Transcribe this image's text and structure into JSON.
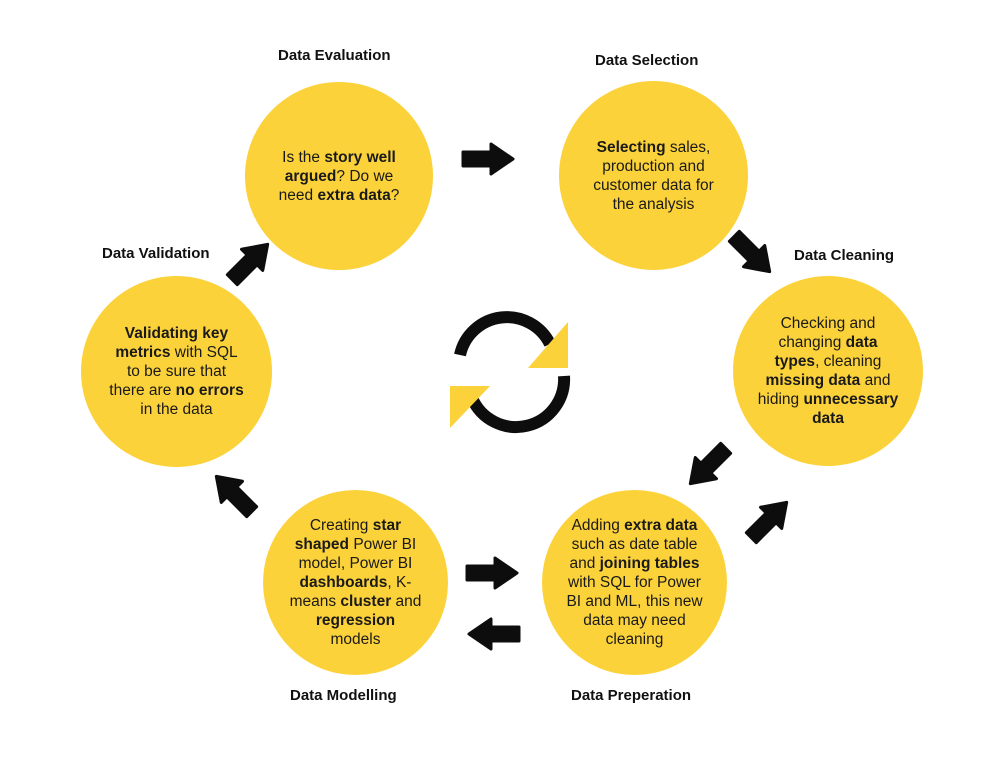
{
  "colors": {
    "circle": "#fcd23a",
    "arrow": "#0d0d0d",
    "cycle_accent": "#fcd23a"
  },
  "stages": [
    {
      "id": "evaluation",
      "title": "Data Evaluation",
      "text": [
        [
          {
            "t": "Is the "
          },
          {
            "t": "story well",
            "b": true
          }
        ],
        [
          {
            "t": "argued",
            "b": true
          },
          {
            "t": "? Do we"
          }
        ],
        [
          {
            "t": "need "
          },
          {
            "t": "extra data",
            "b": true
          },
          {
            "t": "?"
          }
        ]
      ]
    },
    {
      "id": "selection",
      "title": "Data Selection",
      "text": [
        [
          {
            "t": "Selecting",
            "b": true
          },
          {
            "t": " sales,"
          }
        ],
        [
          {
            "t": "production and"
          }
        ],
        [
          {
            "t": "customer data for"
          }
        ],
        [
          {
            "t": "the analysis"
          }
        ]
      ]
    },
    {
      "id": "cleaning",
      "title": "Data Cleaning",
      "text": [
        [
          {
            "t": "Checking and"
          }
        ],
        [
          {
            "t": "changing "
          },
          {
            "t": "data",
            "b": true
          }
        ],
        [
          {
            "t": "types",
            "b": true
          },
          {
            "t": ", cleaning"
          }
        ],
        [
          {
            "t": "missing data",
            "b": true
          },
          {
            "t": " and"
          }
        ],
        [
          {
            "t": "hiding "
          },
          {
            "t": "unnecessary",
            "b": true
          }
        ],
        [
          {
            "t": "data",
            "b": true
          }
        ]
      ]
    },
    {
      "id": "preperation",
      "title": "Data Preperation",
      "text": [
        [
          {
            "t": "Adding "
          },
          {
            "t": "extra data",
            "b": true
          }
        ],
        [
          {
            "t": "such as date table"
          }
        ],
        [
          {
            "t": "and "
          },
          {
            "t": "joining tables",
            "b": true
          }
        ],
        [
          {
            "t": "with SQL for Power"
          }
        ],
        [
          {
            "t": "BI and ML, this new"
          }
        ],
        [
          {
            "t": "data may need"
          }
        ],
        [
          {
            "t": "cleaning"
          }
        ]
      ]
    },
    {
      "id": "modelling",
      "title": "Data Modelling",
      "text": [
        [
          {
            "t": "Creating "
          },
          {
            "t": "star",
            "b": true
          }
        ],
        [
          {
            "t": "shaped",
            "b": true
          },
          {
            "t": " Power BI"
          }
        ],
        [
          {
            "t": "model, Power BI"
          }
        ],
        [
          {
            "t": "dashboards",
            "b": true
          },
          {
            "t": ", K-"
          }
        ],
        [
          {
            "t": "means "
          },
          {
            "t": "cluster",
            "b": true
          },
          {
            "t": " and"
          }
        ],
        [
          {
            "t": "regression",
            "b": true
          }
        ],
        [
          {
            "t": "models"
          }
        ]
      ]
    },
    {
      "id": "validation",
      "title": "Data Validation",
      "text": [
        [
          {
            "t": "Validating key",
            "b": true
          }
        ],
        [
          {
            "t": "metrics",
            "b": true
          },
          {
            "t": " with SQL"
          }
        ],
        [
          {
            "t": "to be sure that"
          }
        ],
        [
          {
            "t": "there are "
          },
          {
            "t": "no errors",
            "b": true
          }
        ],
        [
          {
            "t": "in the data"
          }
        ]
      ]
    }
  ]
}
